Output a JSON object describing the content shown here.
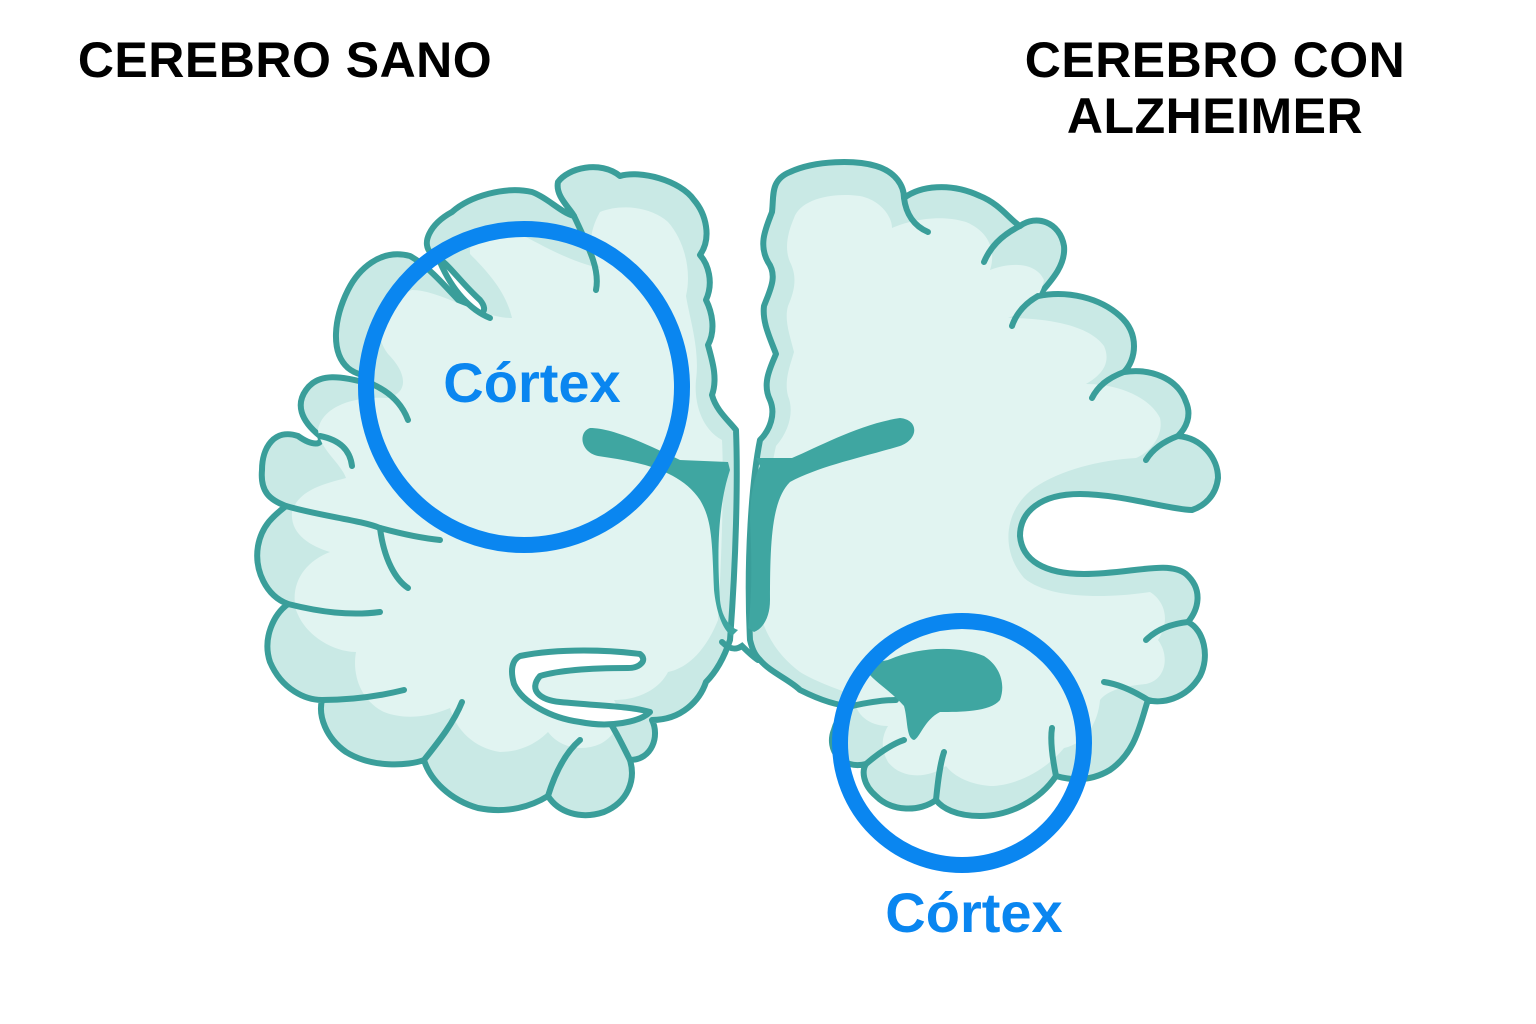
{
  "titles": {
    "healthy": "CEREBRO SANO",
    "alzheimer_line1": "CEREBRO CON",
    "alzheimer_line2": "ALZHEIMER"
  },
  "labels": {
    "cortex_left": "Córtex",
    "cortex_right": "Córtex"
  },
  "colors": {
    "outline": "#3a9e9a",
    "fill_outer": "#c9e9e5",
    "fill_inner": "#e1f4f1",
    "ventricle": "#3fa6a1",
    "highlight_circle": "#0a86f0",
    "label_text": "#0a86f0",
    "title_text": "#000000"
  }
}
